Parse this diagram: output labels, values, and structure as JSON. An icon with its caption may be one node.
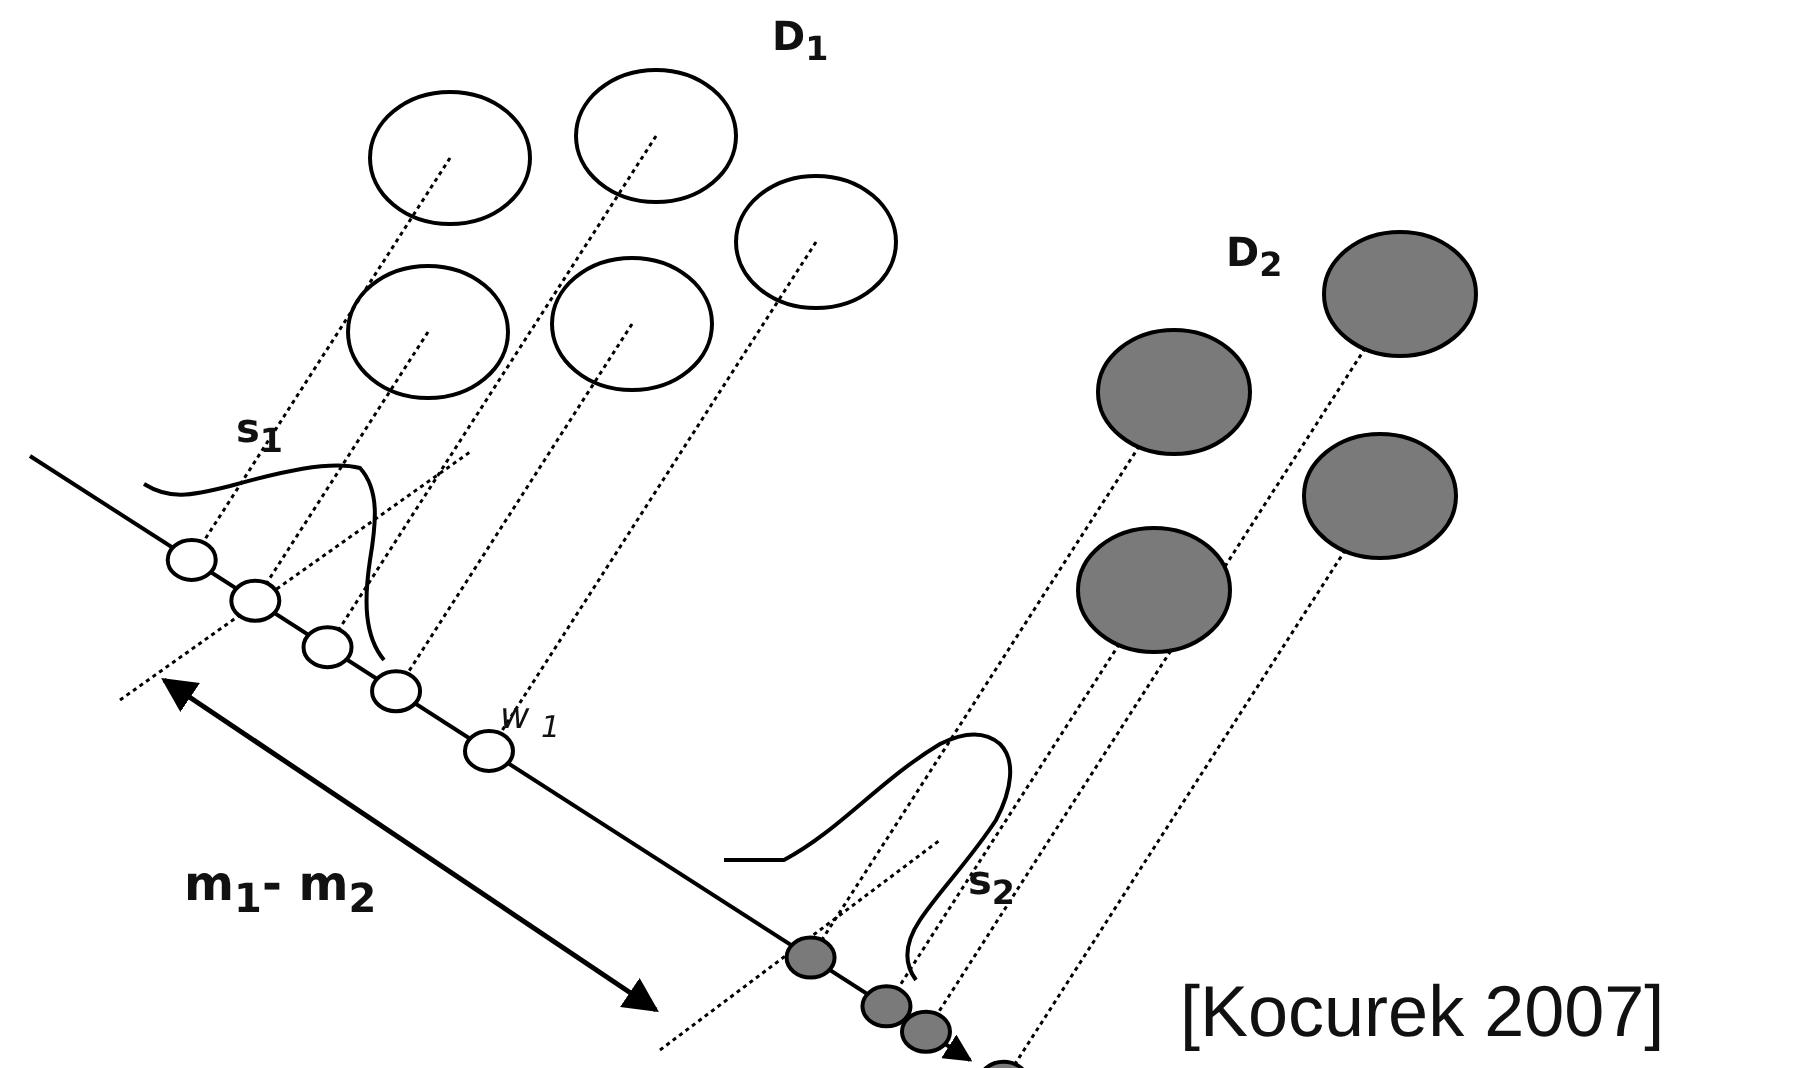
{
  "diagram": {
    "labels": [
      "D$_{1}$",
      "D$_{2}$",
      "s$_{1}$",
      "w $_{1}$",
      "s$_{2}$",
      "m$_{1}$- m$_{2}$",
      "[Kocurek 2007]"
    ]
  }
}
